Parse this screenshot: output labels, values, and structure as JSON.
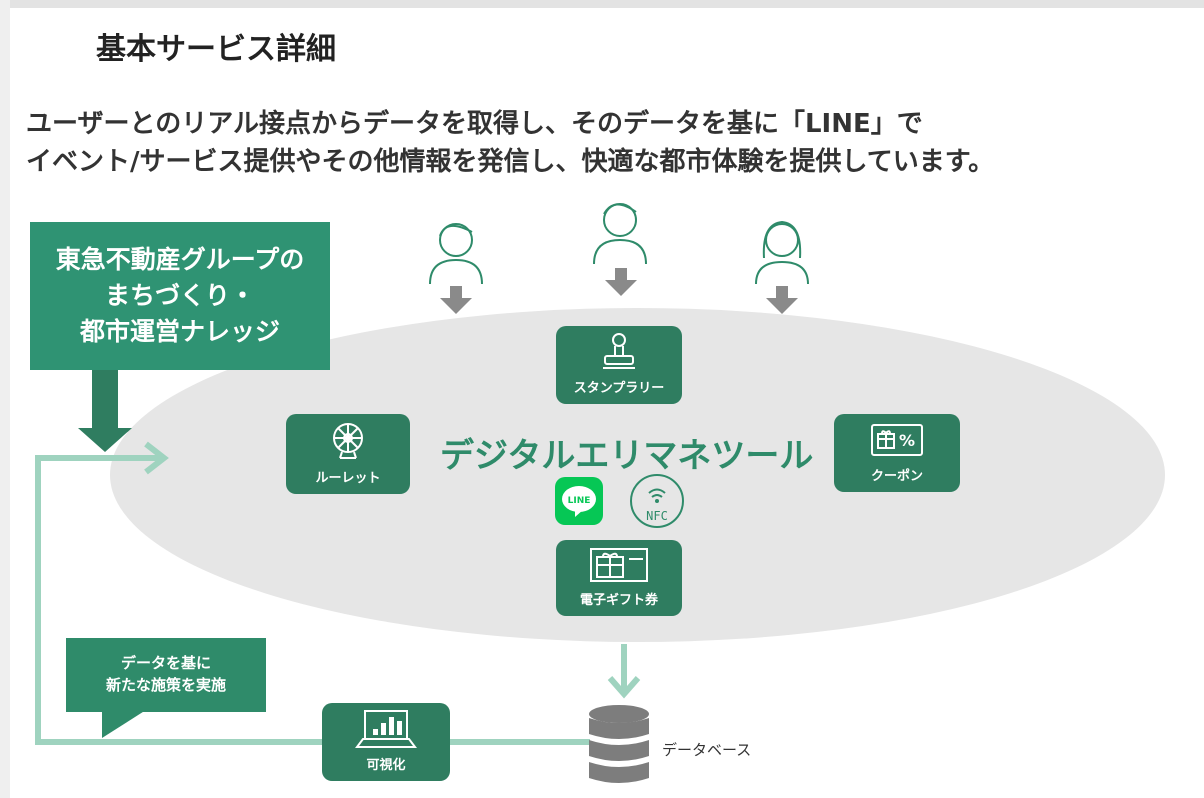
{
  "title": "基本サービス詳細",
  "subtitle": {
    "line1": "ユーザーとのリアル接点からデータを取得し、そのデータを基に「LINE」で",
    "line2": "イベント/サービス提供やその他情報を発信し、快適な都市体験を提供しています。"
  },
  "knowhow_box": {
    "line1": "東急不動産グループの",
    "line2": "まちづくり・",
    "line3": "都市運営ナレッジ"
  },
  "tool_name": "デジタルエリマネツール",
  "features": {
    "stamp_rally": "スタンプラリー",
    "roulette": "ルーレット",
    "coupon": "クーポン",
    "gift": "電子ギフト券"
  },
  "badges": {
    "line": "LINE",
    "nfc": "NFC"
  },
  "callout": {
    "line1": "データを基に",
    "line2": "新たな施策を実施"
  },
  "visualize": "可視化",
  "database": "データベース",
  "colors": {
    "dark_green": "#2f7d60",
    "box_green": "#2f9373",
    "light_green": "#9fd3bf",
    "ellipse_gray": "#e6e6e6",
    "line_green": "#06c755"
  },
  "icons": [
    "user-icon",
    "down-arrow-icon",
    "stamp-icon",
    "roulette-icon",
    "coupon-icon",
    "gift-icon",
    "line-logo-icon",
    "nfc-icon",
    "chart-icon",
    "database-icon"
  ]
}
